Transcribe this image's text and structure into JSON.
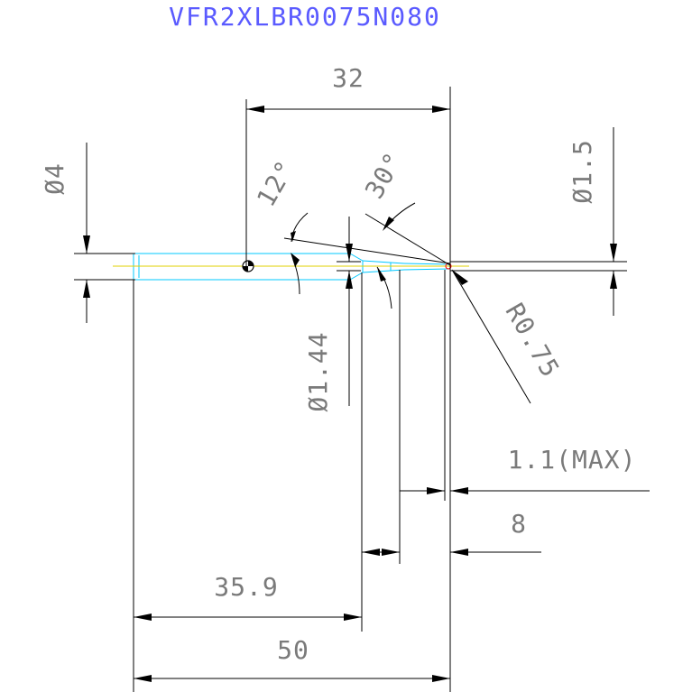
{
  "title": "VFR2XLBR0075N080",
  "dimensions": {
    "overall_length": "50",
    "length_35_9": "35.9",
    "length_32": "32",
    "shank_diameter": "Ø4",
    "neck_diameter_small": "Ø1.5",
    "neck_diameter": "Ø1.44",
    "radius": "R0.75",
    "angle_12": "12°",
    "angle_30": "30°",
    "effective_length_max": "1.1(MAX)",
    "length_8": "8"
  },
  "colors": {
    "title": "#5a5aff",
    "dimension_text": "#7a7a7a",
    "tool_outline": "#00c8ff",
    "centerline": "#e0d000",
    "tip_marker": "#ff0000"
  }
}
